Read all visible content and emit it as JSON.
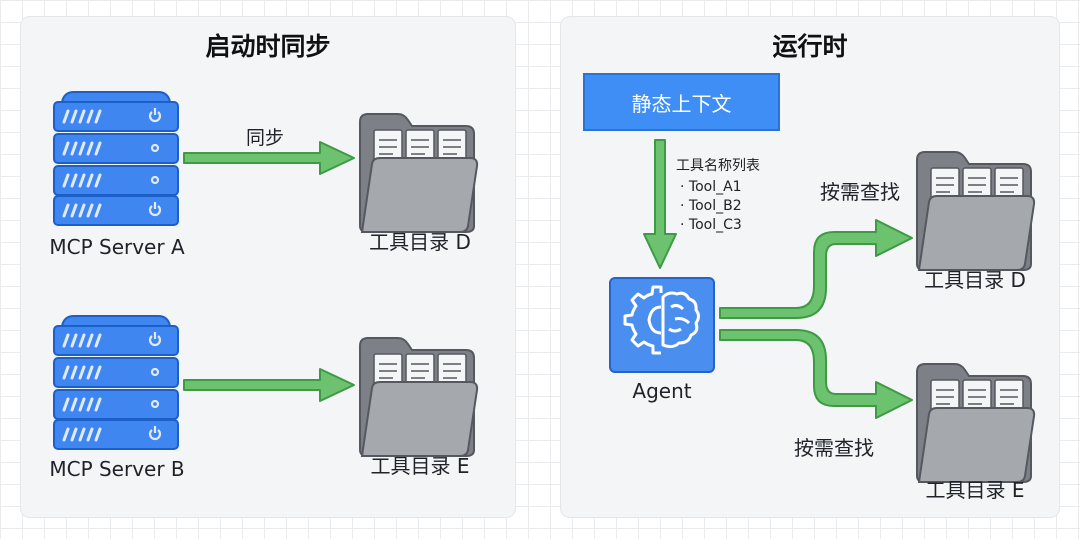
{
  "left_panel": {
    "title": "启动时同步",
    "servers": [
      {
        "label": "MCP Server A",
        "arrow_label": "同步"
      },
      {
        "label": "MCP Server B",
        "arrow_label": ""
      }
    ],
    "directories": [
      {
        "label": "工具目录 D"
      },
      {
        "label": "工具目录 E"
      }
    ]
  },
  "right_panel": {
    "title": "运行时",
    "context_box": "静态上下文",
    "tool_list": {
      "title": "工具名称列表",
      "items": [
        "Tool_A1",
        "Tool_B2",
        "Tool_C3"
      ]
    },
    "agent_label": "Agent",
    "lookup_top": "按需查找",
    "lookup_bottom": "按需查找",
    "directories": [
      {
        "label": "工具目录 D"
      },
      {
        "label": "工具目录 E"
      }
    ]
  },
  "colors": {
    "server_blue": "#3f86f0",
    "server_dark": "#1d5fc9",
    "arrow_green": "#6cc26e",
    "arrow_stroke": "#3f9a45",
    "folder_gray": "#8a8e94",
    "context_blue": "#3f8ef5"
  }
}
